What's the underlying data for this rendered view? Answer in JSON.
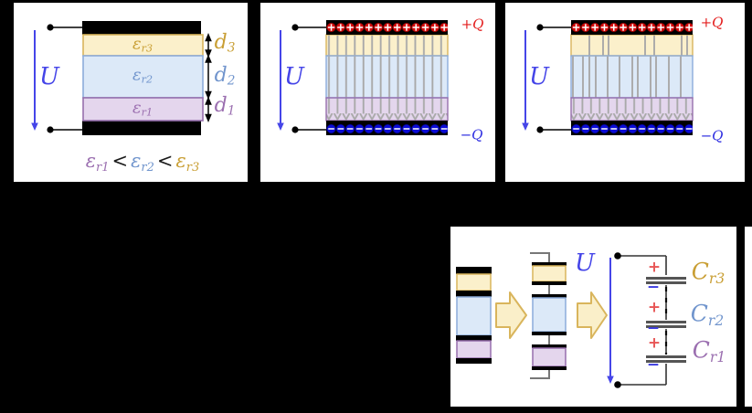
{
  "colors": {
    "background": "#000000",
    "panel": "#ffffff",
    "tan_fill": "#FBF0CB",
    "tan_border": "#D9B55C",
    "tan_text": "#C99F35",
    "blue_fill": "#DCE9F8",
    "blue_border": "#8CACDB",
    "blue_text": "#7195CD",
    "purple_fill": "#E4D6ED",
    "purple_border": "#976FAD",
    "purple_text": "#9B6FB0",
    "voltage_blue": "#4545E8",
    "plus_charge_red": "#D60B0B",
    "minus_charge_blue": "#0B0BD6",
    "field_line_gray": "#A9A9A9",
    "plate_black": "#000000"
  },
  "panel1": {
    "u_label": "U",
    "layer_labels": [
      {
        "base": "ε",
        "sub": "r3"
      },
      {
        "base": "ε",
        "sub": "r2"
      },
      {
        "base": "ε",
        "sub": "r1"
      }
    ],
    "thickness_labels": [
      {
        "base": "d",
        "sub": "3"
      },
      {
        "base": "d",
        "sub": "2"
      },
      {
        "base": "d",
        "sub": "1"
      }
    ],
    "inequality": {
      "term1": {
        "base": "ε",
        "sub": "r1"
      },
      "lt1": "<",
      "term2": {
        "base": "ε",
        "sub": "r2"
      },
      "lt2": "<",
      "term3": {
        "base": "ε",
        "sub": "r3"
      }
    }
  },
  "panel2": {
    "u_label": "U",
    "plus_charge_label": "+Q",
    "minus_charge_label": "−Q"
  },
  "panel3": {
    "u_label": "U",
    "plus_charge_label": "+Q",
    "minus_charge_label": "−Q"
  },
  "panel4": {
    "u_label": "U",
    "capacitor_labels": [
      {
        "base": "C",
        "sub": "r3"
      },
      {
        "base": "C",
        "sub": "r2"
      },
      {
        "base": "C",
        "sub": "r1"
      }
    ],
    "plus_sign": "+",
    "minus_sign": "−"
  }
}
